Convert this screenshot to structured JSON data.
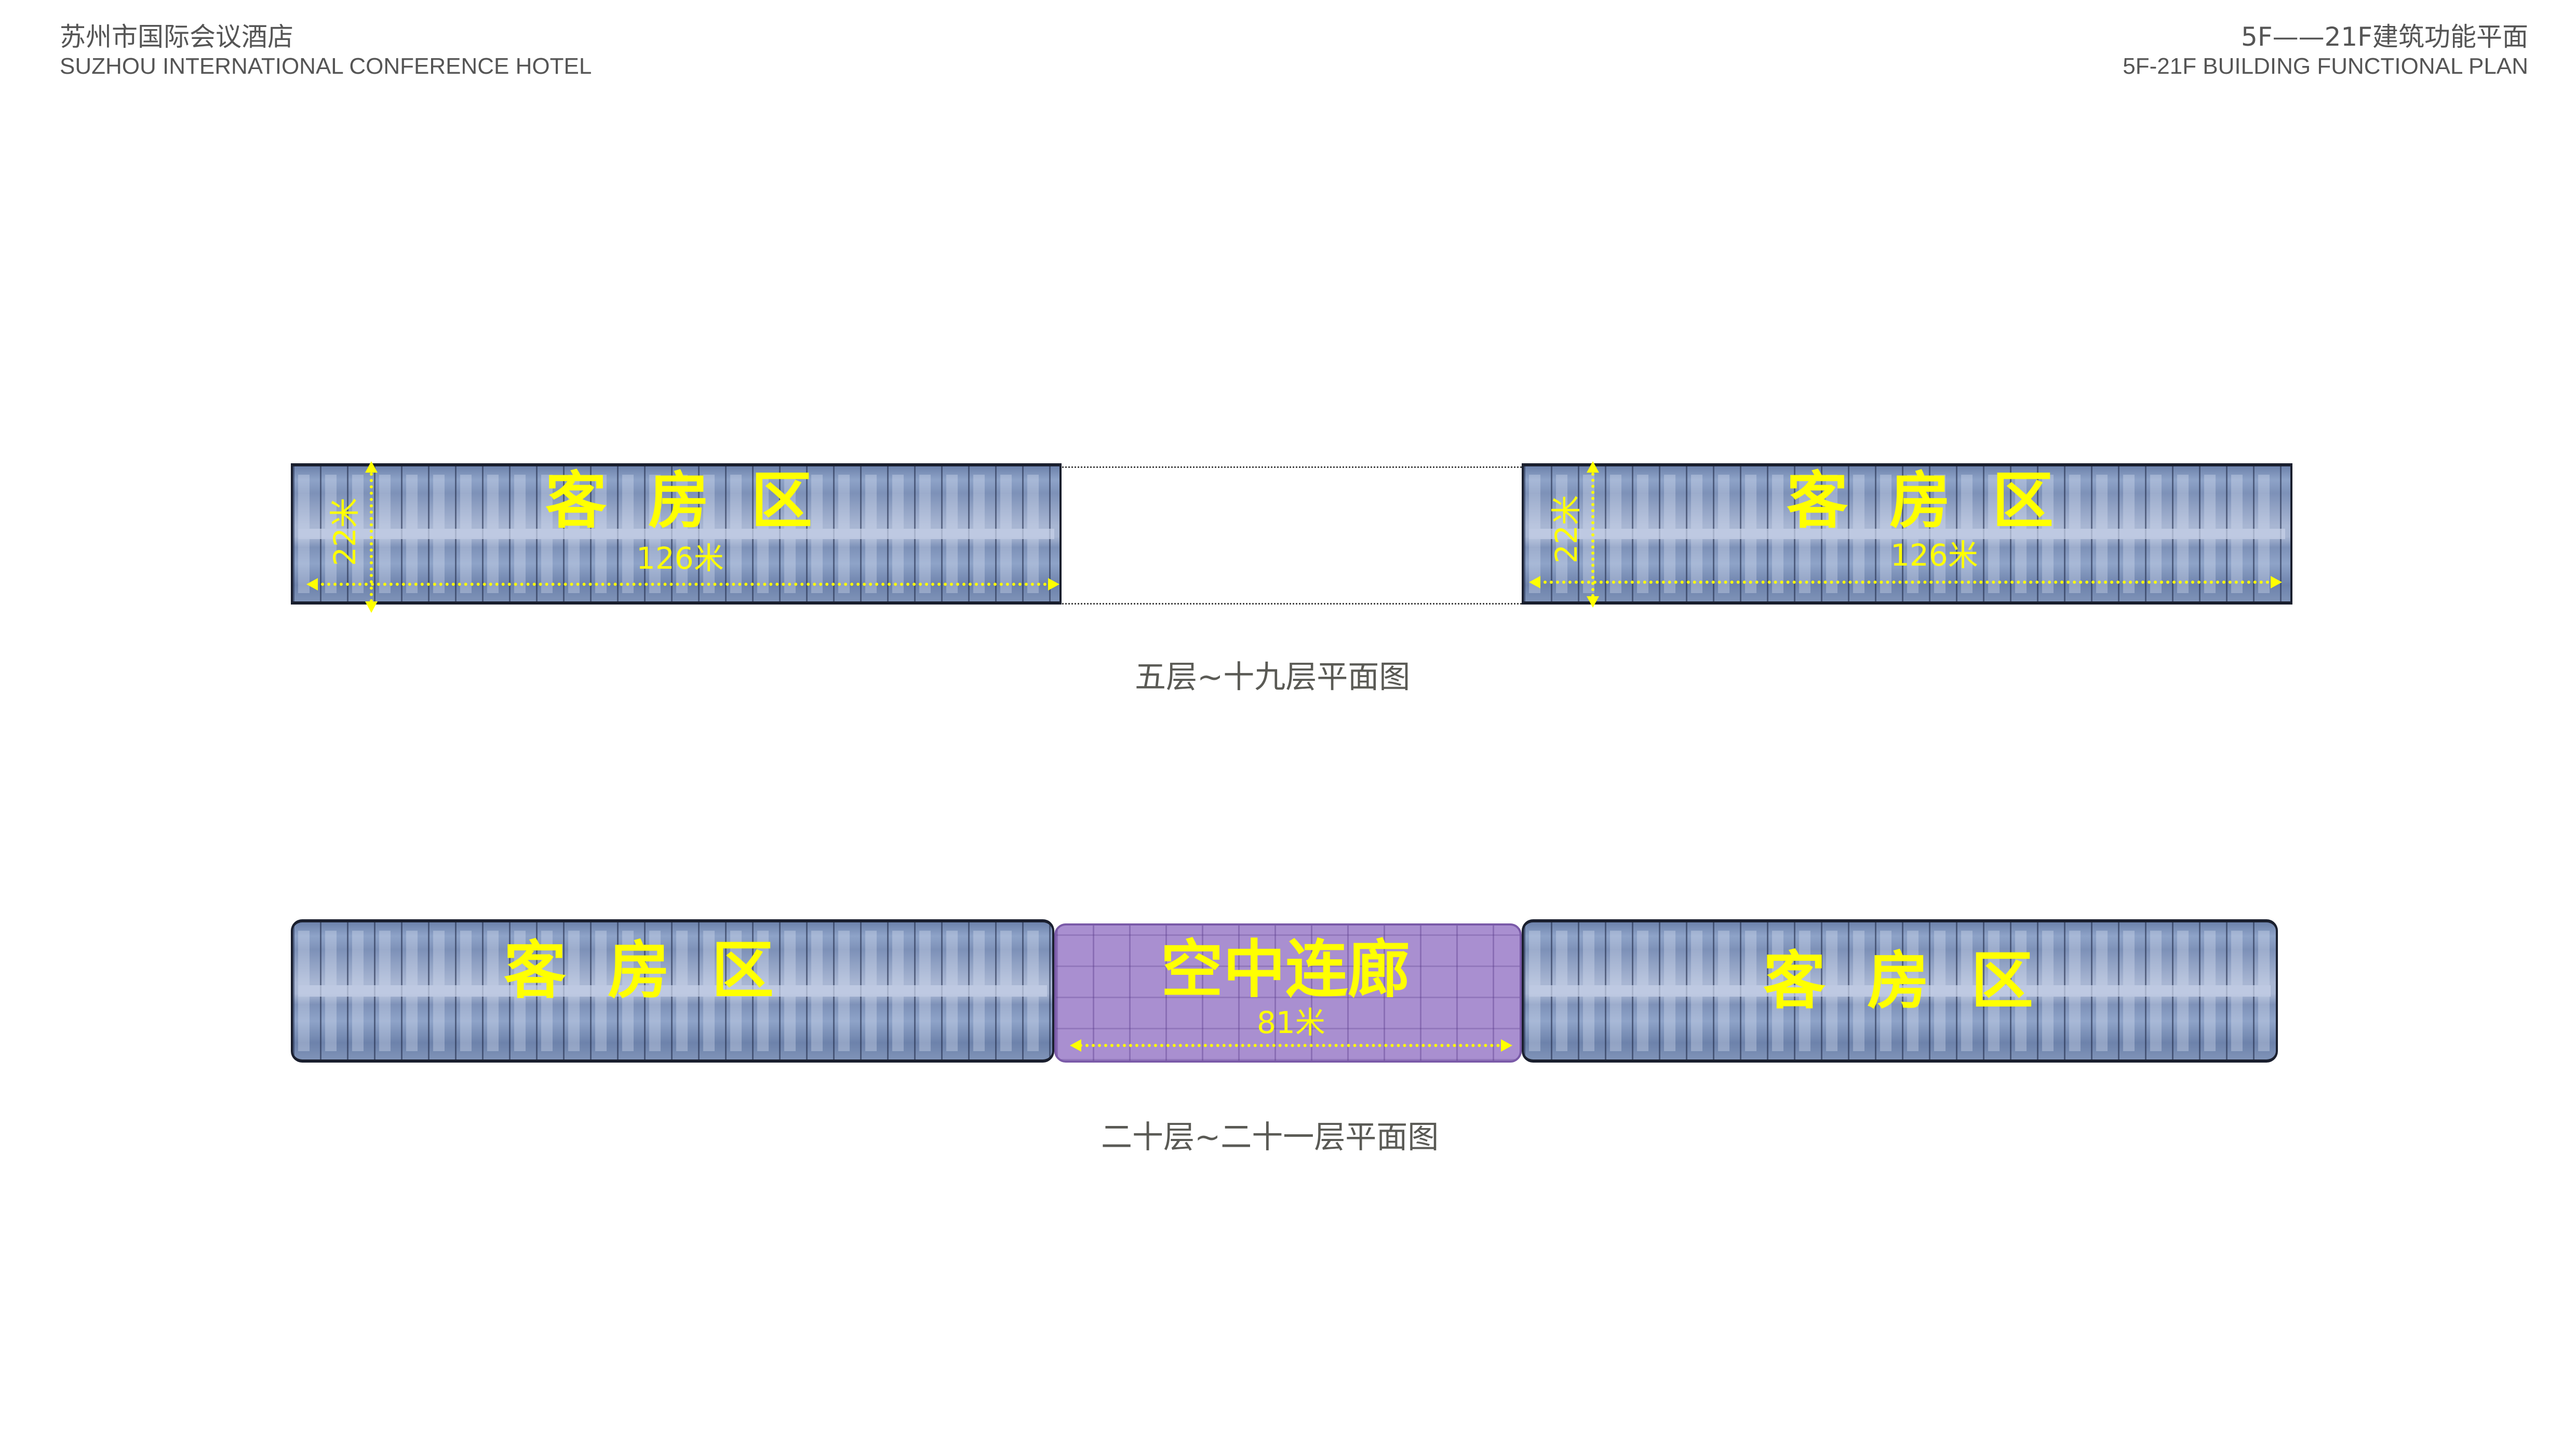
{
  "header": {
    "hotel_name_cn": "苏州市国际会议酒店",
    "hotel_name_en": "SUZHOU INTERNATIONAL CONFERENCE HOTEL",
    "plan_title_cn": "5F——21F建筑功能平面",
    "plan_title_en": "5F-21F BUILDING FUNCTIONAL PLAN"
  },
  "plans": [
    {
      "caption": "五层~十九层平面图",
      "zones": [
        {
          "label": "客房区",
          "length": "126米",
          "width": "22米"
        },
        {
          "label": "客房区",
          "length": "126米",
          "width": "22米"
        }
      ]
    },
    {
      "caption": "二十层~二十一层平面图",
      "zones": [
        {
          "label": "客房区"
        },
        {
          "label": "空中连廊",
          "length": "81米"
        },
        {
          "label": "客房区"
        }
      ]
    }
  ],
  "colors": {
    "guest_room_zone": "#7f93b8",
    "sky_corridor_zone": "#a98fd0",
    "annotation": "#ffff00"
  }
}
